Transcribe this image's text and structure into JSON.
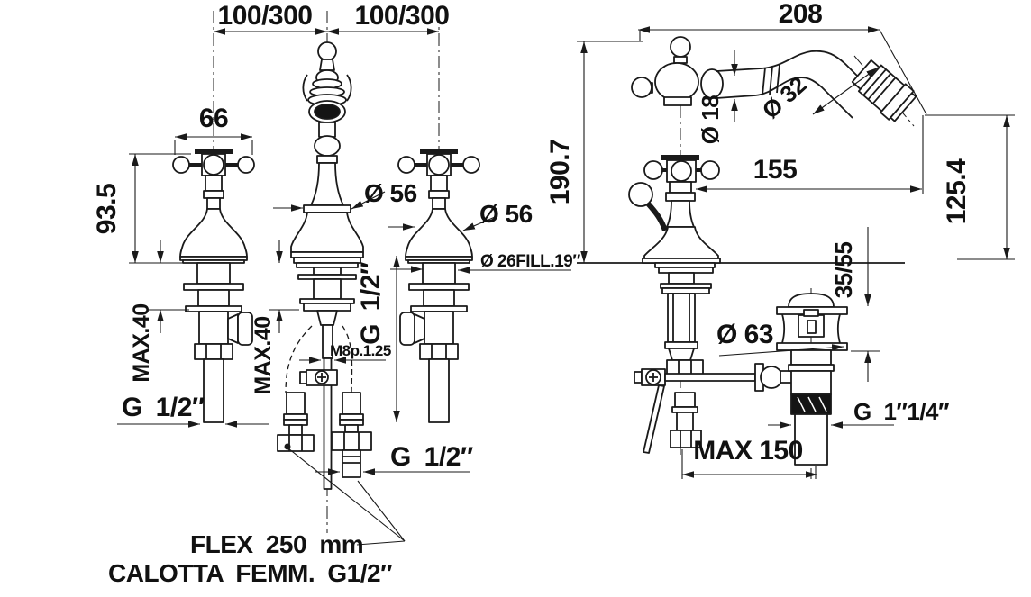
{
  "colors": {
    "ink": "#1a1a1a",
    "bg": "#ffffff"
  },
  "left_view": {
    "name": "three-hole basin set front elevation",
    "dims": {
      "span_left": "100/300",
      "span_right": "100/300",
      "handle_width": "66",
      "handle_height": "93.5",
      "spout_base_dia": "Ø 56",
      "valve_base_dia": "Ø 56",
      "shank_thread": "Ø 26FILL.19″",
      "valve_tail_thread": "G 1/2″",
      "deck_max_left": "MAX.40",
      "deck_max_center": "MAX.40",
      "tail_thread_left": "G 1/2″",
      "stud_thread": "M8p.1.25",
      "flex_thread": "G 1/2″"
    }
  },
  "right_view": {
    "name": "bidet mixer side elevation with pop-up waste",
    "dims": {
      "reach": "208",
      "height": "190.7",
      "spout_dia": "Ø 18",
      "aerator_dia": "Ø 32",
      "outlet_proj": "155",
      "outlet_height": "125.4",
      "drain_depth": "35/55",
      "drain_dia": "Ø 63",
      "drain_thread": "G 1″1/4″",
      "max_spread": "MAX 150"
    }
  },
  "notes": {
    "flex": "FLEX 250 mm",
    "calotta": "CALOTTA FEMM. G1/2″"
  }
}
